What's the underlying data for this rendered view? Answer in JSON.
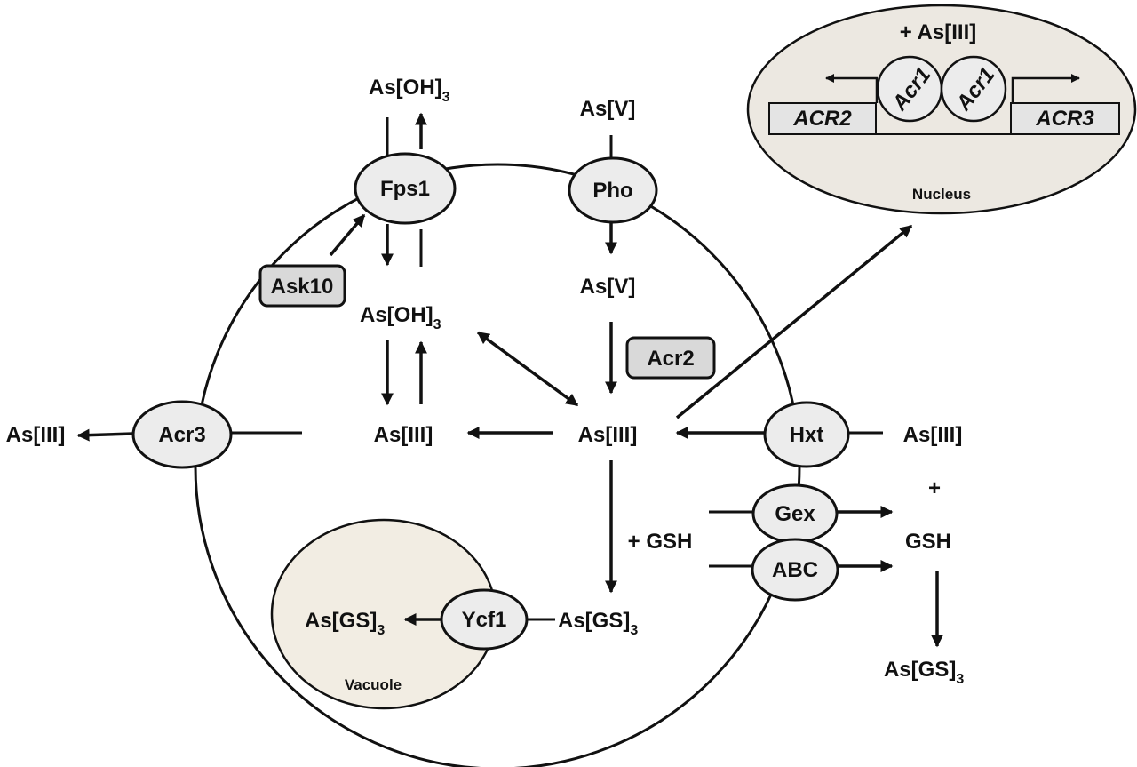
{
  "colors": {
    "line": "#111111",
    "protein_fill": "#ececec",
    "box_fill": "#d9d9d9",
    "nucleus_fill": "#ece8e1",
    "vacuole_fill": "#f2ede3",
    "gene_box_fill": "#e4e4e4"
  },
  "proteins": {
    "fps1": "Fps1",
    "pho": "Pho",
    "acr3": "Acr3",
    "hxt": "Hxt",
    "gex": "Gex",
    "abc": "ABC",
    "ycf1": "Ycf1",
    "acr1_left": "Acr1",
    "acr1_right": "Acr1"
  },
  "boxes": {
    "ask10": "Ask10",
    "acr2": "Acr2"
  },
  "compartments": {
    "nucleus": "Nucleus",
    "vacuole": "Vacuole"
  },
  "nucleus": {
    "inducer": "+ As[III]",
    "gene_left": "ACR2",
    "gene_right": "ACR3"
  },
  "species": {
    "asoh3_out": "As[OH]",
    "asoh3_in": "As[OH]",
    "asv_out": "As[V]",
    "asv_in": "As[V]",
    "asiii_left_out": "As[III]",
    "asiii_mid": "As[III]",
    "asiii_center": "As[III]",
    "asiii_right_out": "As[III]",
    "plus": "+",
    "gsh_out": "GSH",
    "gsh_add": "+ GSH",
    "asgs3_cyto": "As[GS]",
    "asgs3_vac": "As[GS]",
    "asgs3_out": "As[GS]",
    "subscript_3": "3"
  }
}
